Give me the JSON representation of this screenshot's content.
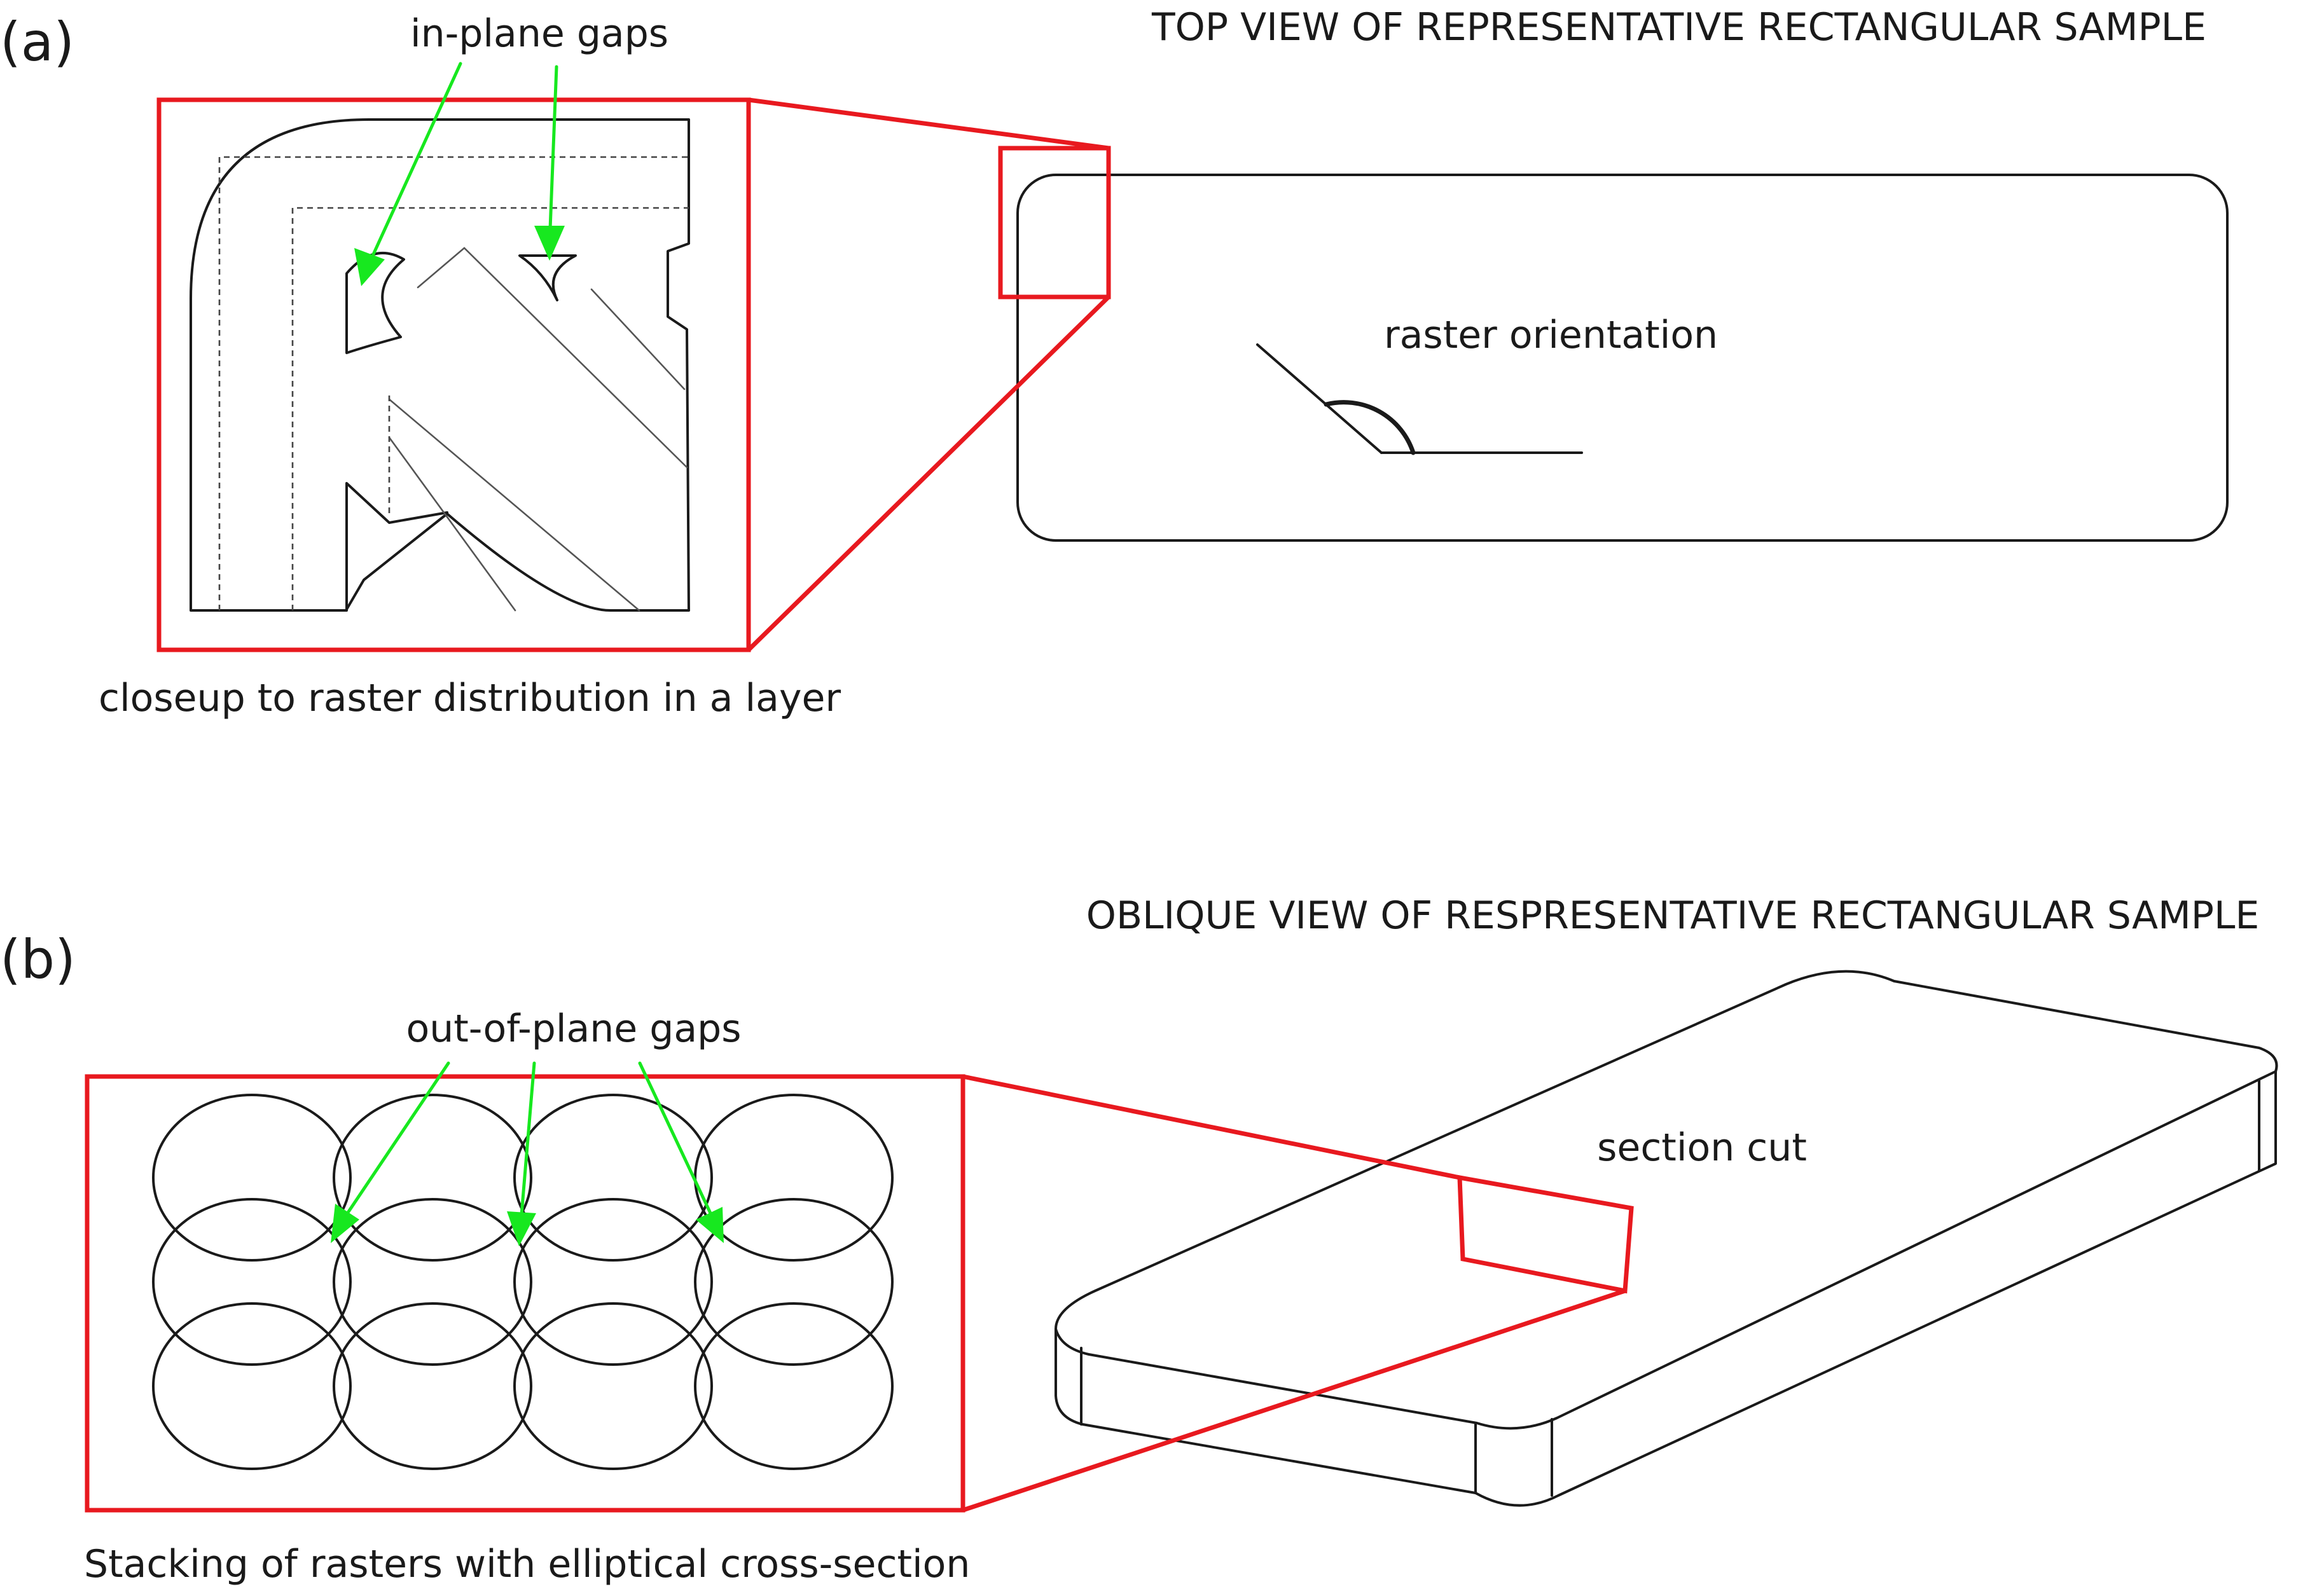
{
  "panel_a": {
    "label": "(a)",
    "view_title": "TOP VIEW OF REPRESENTATIVE RECTANGULAR SAMPLE",
    "gap_label": "in-plane gaps",
    "angle_label": "raster orientation",
    "caption": "closeup to raster distribution in a layer"
  },
  "panel_b": {
    "label": "(b)",
    "view_title": "OBLIQUE VIEW OF RESPRESENTATIVE RECTANGULAR SAMPLE",
    "gap_label": "out-of-plane gaps",
    "cut_label": "section cut",
    "caption": "Stacking of rasters with elliptical cross-section"
  },
  "colors": {
    "highlight": "#e8191f",
    "pointer": "#17e81f",
    "ink": "#1a1a1a"
  }
}
